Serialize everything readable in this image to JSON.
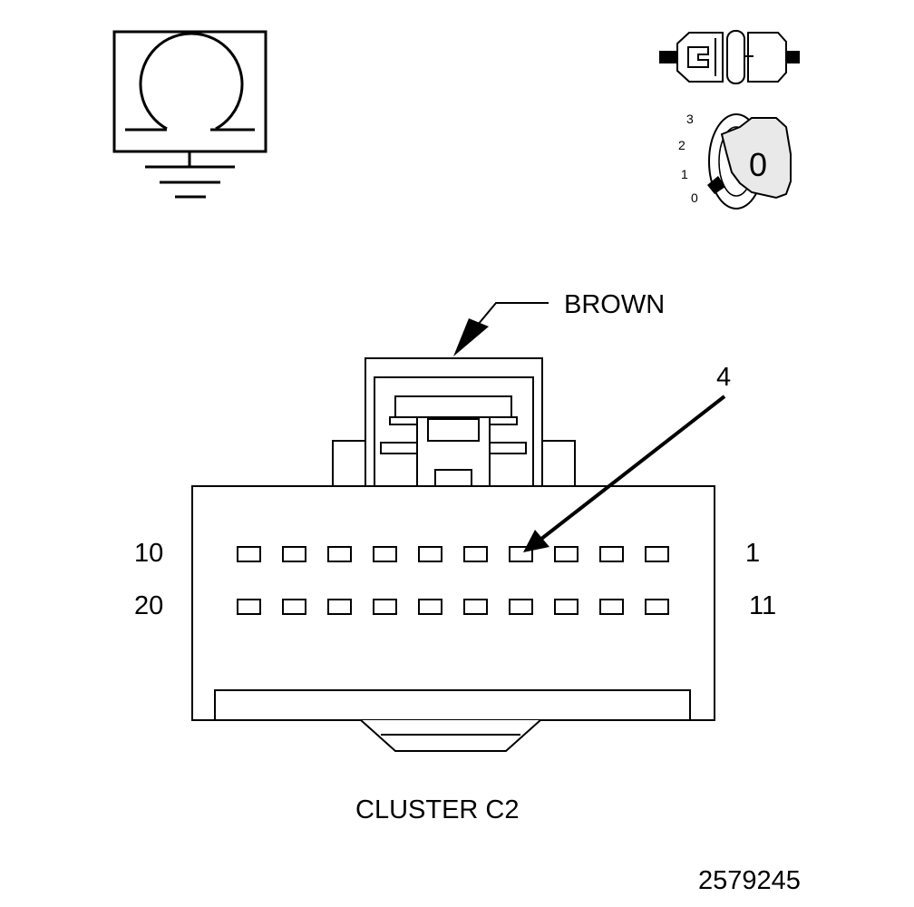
{
  "colors": {
    "ink": "#000000",
    "paper": "#ffffff",
    "key_fill": "#e9e9e9"
  },
  "icons": {
    "ohmmeter": "ohmmeter-ground-icon",
    "connector": "disconnected-connector-icon",
    "ignition": "ignition-key-off-icon"
  },
  "ignition": {
    "positions": [
      "3",
      "2",
      "1",
      "0"
    ],
    "key_label": "0"
  },
  "callouts": {
    "color_label": "BROWN",
    "pin_label": "4"
  },
  "connector": {
    "pin_count": 20,
    "highlighted_pin": 4,
    "row_top_left": "10",
    "row_top_right": "1",
    "row_bottom_left": "20",
    "row_bottom_right": "11",
    "name": "CLUSTER C2"
  },
  "figure_number": "2579245"
}
